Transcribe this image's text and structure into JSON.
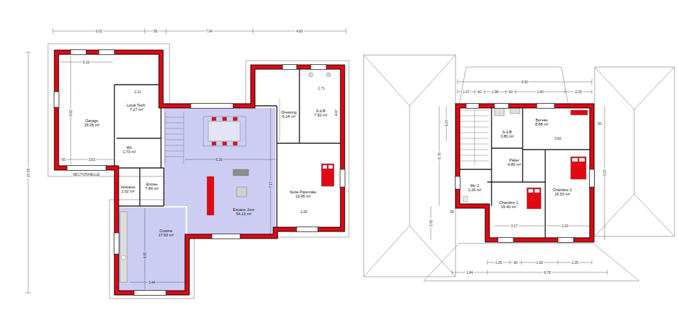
{
  "diagram": {
    "nodes": [
      {
        "text": [
          "Garage",
          "29.26 m²"
        ]
      },
      {
        "text": [
          "Local Tech.",
          "7.17 m²"
        ]
      },
      {
        "text": [
          "Wc",
          "1.73 m²"
        ]
      },
      {
        "text": [
          "Espace Jour",
          "54.13 m²"
        ]
      },
      {
        "text": [
          "Dressing",
          "6.14 m²"
        ]
      },
      {
        "text": [
          "S.d.B",
          "7.92 m²"
        ]
      },
      {
        "text": [
          "Suite Parentale",
          "13.45 m²"
        ]
      },
      {
        "text": [
          "Entrée",
          "7.84 m²"
        ]
      },
      {
        "text": [
          "Vestiaire",
          "2.02 m²"
        ]
      },
      {
        "text": [
          "Cuisine",
          "17.63 m²"
        ]
      },
      {
        "text": [
          "Bureau",
          "8.88 m²"
        ]
      },
      {
        "text": [
          "S.d.B",
          "3.80 m²"
        ]
      },
      {
        "text": [
          "Palier",
          "4.89 m²"
        ]
      },
      {
        "text": [
          "Wc 2",
          "2.26 m²"
        ]
      },
      {
        "text": [
          "Chambre 1",
          "15.40 m²"
        ]
      },
      {
        "text": [
          "Chambre 2",
          "15.53 m²"
        ]
      }
    ],
    "labels": [
      "6.02",
      "56",
      "7.04",
      "4.60",
      "15.59",
      "6.16",
      "6.62",
      "3.63",
      "50",
      "2.21",
      "SECTIONNELLE",
      "6.16",
      "7.17",
      "4.95",
      "3.44",
      "3.28",
      "4.47",
      "1.71",
      "8.60",
      "1.07",
      "60",
      "1.98",
      "60",
      "1.80",
      "2.05",
      "4.19",
      "6.78",
      "5.05",
      "2.92",
      "1.05",
      "90",
      "1.60",
      "1.05",
      "1.84",
      "8.76",
      "3.17",
      "2.20",
      "3.62",
      "50",
      "50"
    ]
  }
}
